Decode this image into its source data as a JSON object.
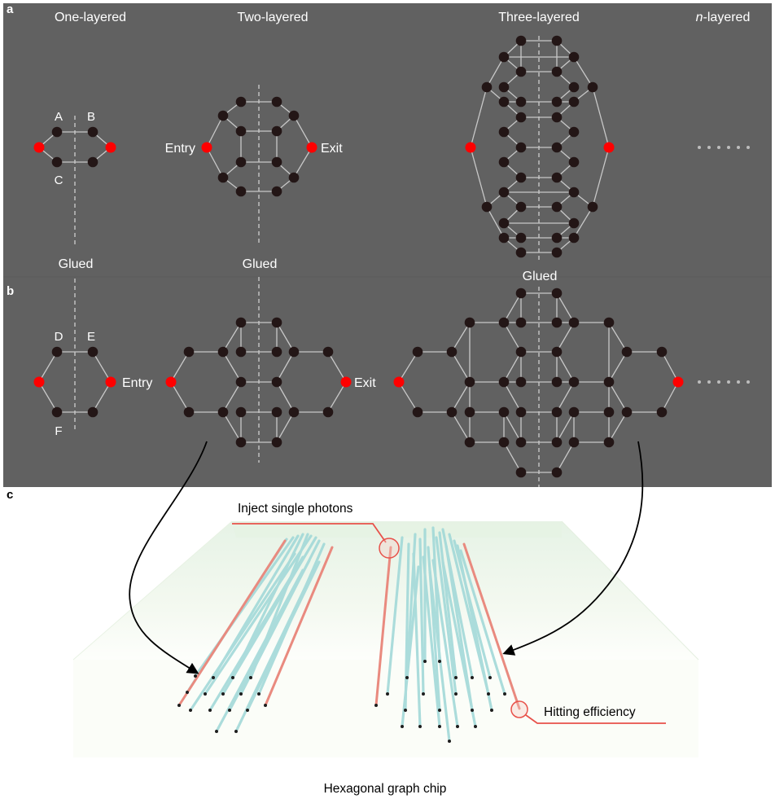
{
  "panels": {
    "a": "a",
    "b": "b",
    "c": "c"
  },
  "panel_a": {
    "titles": [
      "One-layered",
      "Two-layered",
      "Three-layered",
      "n-layered"
    ],
    "n_prefix": "n",
    "n_suffix": "-layered",
    "node_labels": [
      "A",
      "B",
      "C"
    ],
    "entry": "Entry",
    "exit": "Exit"
  },
  "panel_b": {
    "node_labels": [
      "D",
      "E",
      "F"
    ],
    "entry": "Entry",
    "exit": "Exit"
  },
  "glued": [
    "Glued",
    "Glued",
    "Glued"
  ],
  "panel_c": {
    "inject": "Inject single photons",
    "hitting": "Hitting efficiency",
    "chip": "Hexagonal graph chip"
  },
  "colors": {
    "panel_bg": "#616161",
    "node": "#231616",
    "terminal": "#ff0000",
    "edge": "#c8c8c8",
    "glue_line": "#cfcfcf",
    "text_on_dark": "#ffffff",
    "waveguide": "#9ed7d7",
    "photon_path": "#e8514a"
  }
}
